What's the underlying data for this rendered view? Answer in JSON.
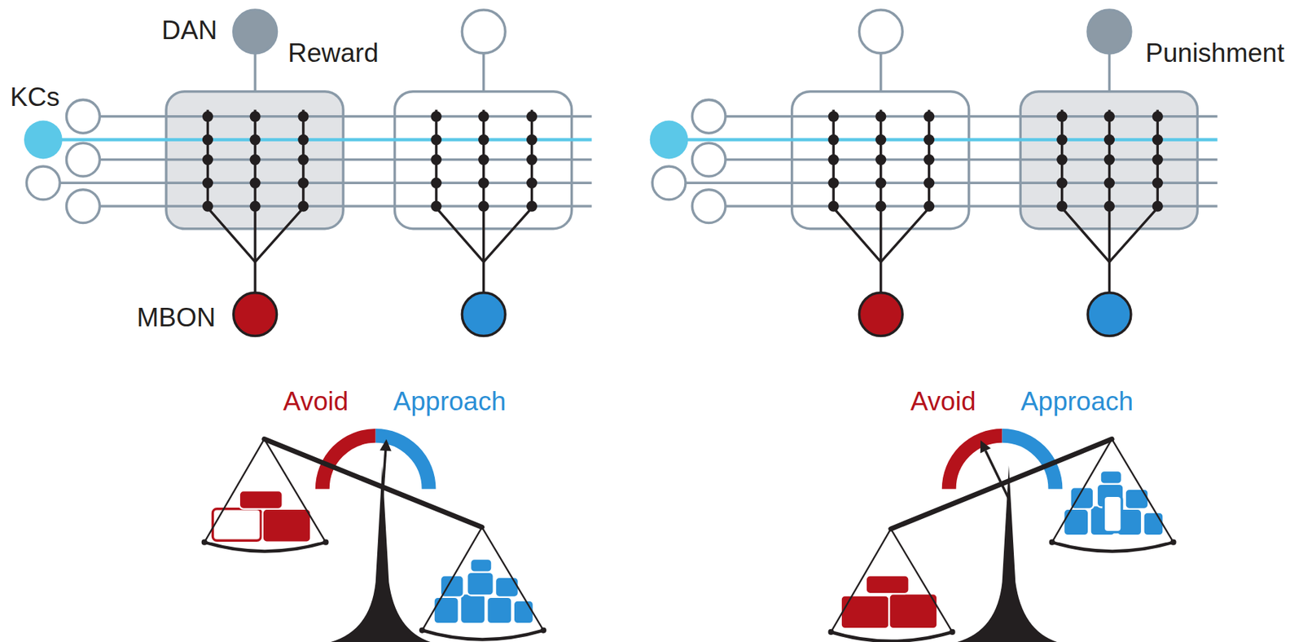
{
  "diagram": {
    "labels": [
      "DAN",
      "Reward",
      "KCs",
      "MBON",
      "Avoid",
      "Approach",
      "Punishment",
      "Avoid",
      "Approach"
    ]
  }
}
